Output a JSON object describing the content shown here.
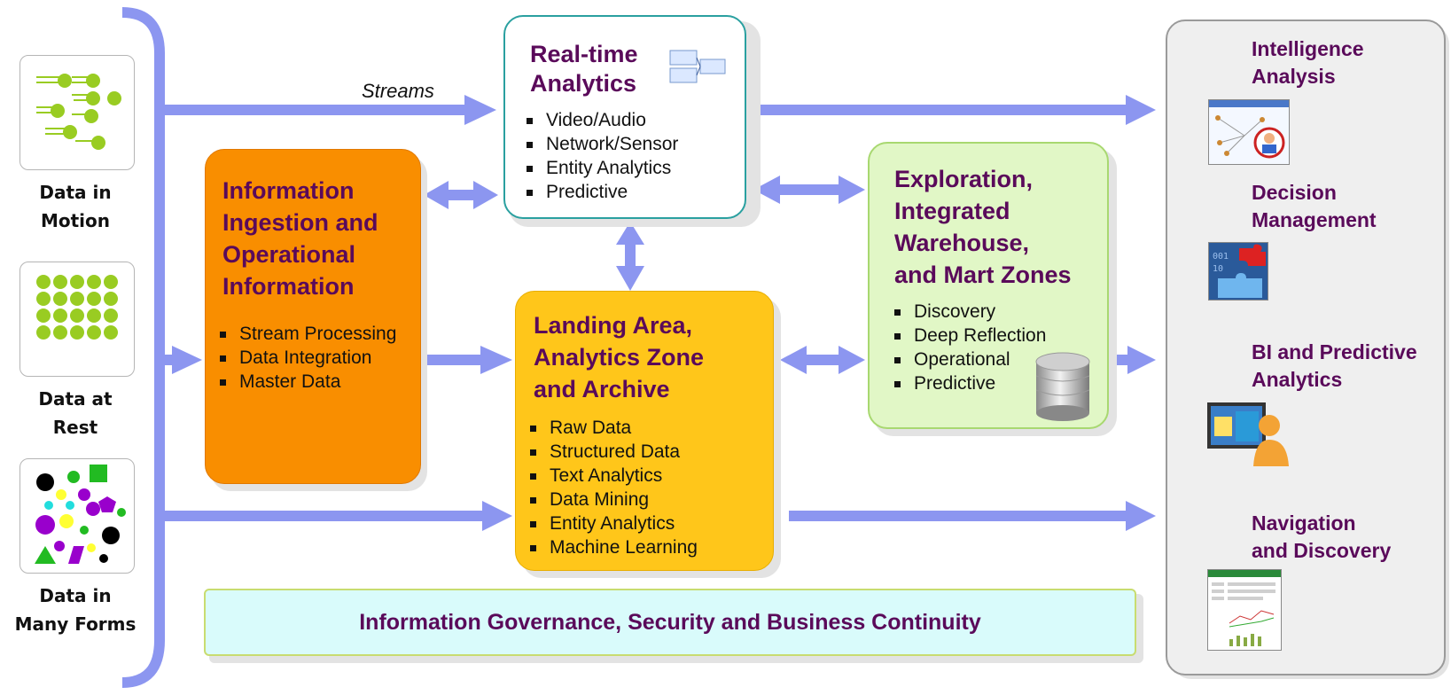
{
  "sources": [
    {
      "label_line1": "Data in",
      "label_line2": "Motion",
      "icon": "streaming-dots-icon"
    },
    {
      "label_line1": "Data at",
      "label_line2": "Rest",
      "icon": "dot-grid-icon"
    },
    {
      "label_line1": "Data in",
      "label_line2": "Many Forms",
      "icon": "mixed-shapes-icon"
    }
  ],
  "streams_label": "Streams",
  "realtime": {
    "title_line1": "Real-time",
    "title_line2": "Analytics",
    "items": [
      "Video/Audio",
      "Network/Sensor",
      "Entity Analytics",
      "Predictive"
    ]
  },
  "ingestion": {
    "title_lines": [
      "Information",
      "Ingestion and",
      "Operational",
      "Information"
    ],
    "items": [
      "Stream Processing",
      "Data Integration",
      "Master Data"
    ]
  },
  "landing": {
    "title_lines": [
      "Landing Area,",
      "Analytics Zone",
      "and Archive"
    ],
    "items": [
      "Raw Data",
      "Structured Data",
      "Text Analytics",
      "Data Mining",
      "Entity Analytics",
      "Machine Learning"
    ]
  },
  "exploration": {
    "title_lines": [
      "Exploration,",
      "Integrated",
      "Warehouse,",
      "and Mart Zones"
    ],
    "items": [
      "Discovery",
      "Deep Reflection",
      "Operational",
      "Predictive"
    ]
  },
  "governance": "Information Governance, Security and Business Continuity",
  "outputs": [
    {
      "line1": "Intelligence",
      "line2": "Analysis"
    },
    {
      "line1": "Decision",
      "line2": "Management"
    },
    {
      "line1": "BI and Predictive",
      "line2": "Analytics"
    },
    {
      "line1": "Navigation",
      "line2": "and Discovery"
    }
  ],
  "colors": {
    "arrow": "#8c96f0",
    "title_purple": "#5a0a5a",
    "ingestion_fill": "#f98e00",
    "landing_fill": "#ffc61a",
    "exploration_fill": "#e1f7c6",
    "governance_fill": "#d9fbfb",
    "dot_green": "#99cc22"
  }
}
